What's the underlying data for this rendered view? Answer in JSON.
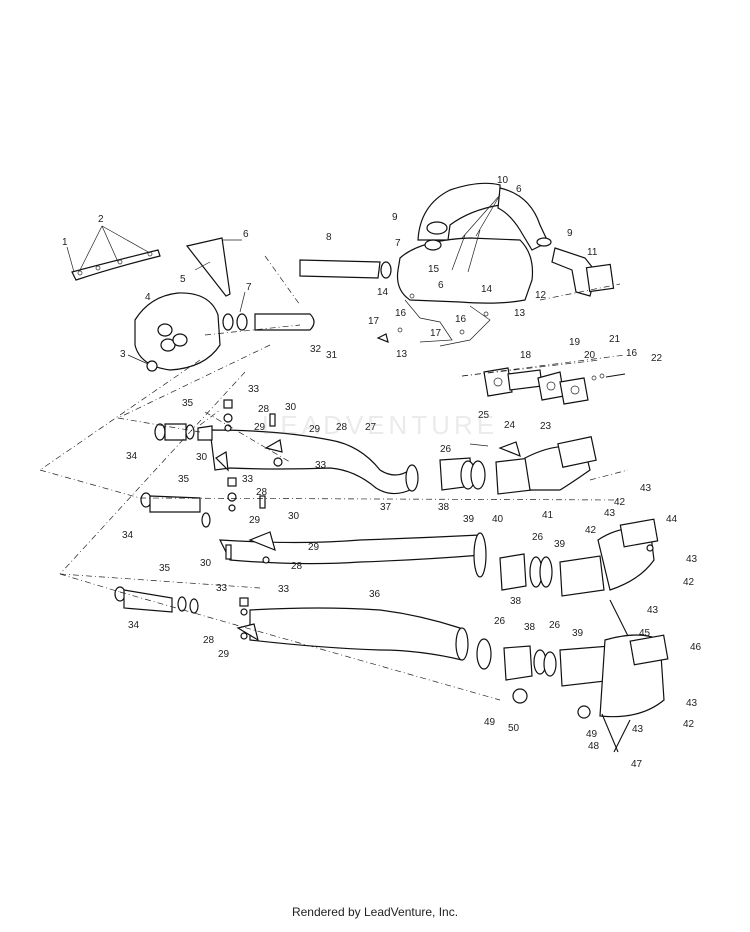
{
  "watermark": "LEADVENTURE",
  "footer": "Rendered by LeadVenture, Inc.",
  "callouts": [
    "1",
    "2",
    "3",
    "4",
    "5",
    "6",
    "7",
    "8",
    "9",
    "10",
    "11",
    "12",
    "13",
    "14",
    "15",
    "16",
    "17",
    "18",
    "19",
    "20",
    "21",
    "22",
    "23",
    "24",
    "25",
    "26",
    "27",
    "28",
    "29",
    "30",
    "31",
    "32",
    "33",
    "34",
    "35",
    "36",
    "37",
    "38",
    "39",
    "40",
    "41",
    "42",
    "43",
    "44",
    "45",
    "46",
    "47",
    "48",
    "49",
    "50"
  ]
}
